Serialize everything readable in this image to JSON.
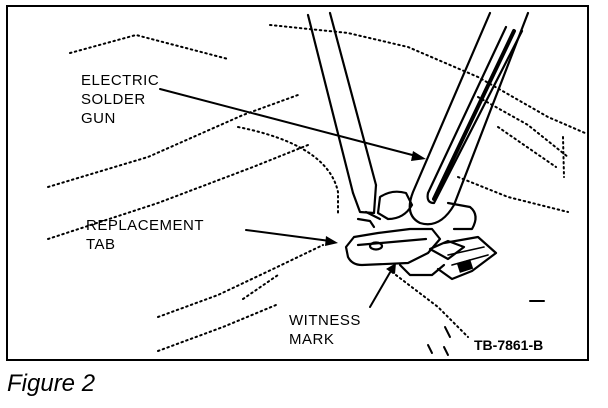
{
  "figure": {
    "caption": "Figure 2",
    "id_code": "TB-7861-B"
  },
  "callouts": {
    "solder_gun": [
      "ELECTRIC",
      "SOLDER",
      "GUN"
    ],
    "replacement_tab": [
      "REPLACEMENT",
      "TAB"
    ],
    "witness_mark": [
      "WITNESS",
      "MARK"
    ]
  },
  "colors": {
    "ink": "#000000",
    "paper": "#ffffff"
  }
}
